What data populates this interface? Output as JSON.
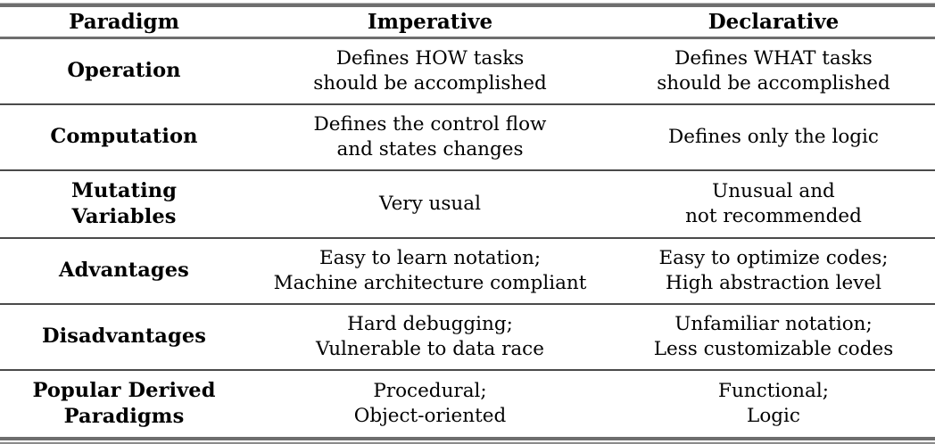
{
  "table": {
    "kind": "comparison-table",
    "caption_present": false,
    "columns": [
      "Paradigm",
      "Imperative",
      "Declarative"
    ],
    "rows": [
      {
        "label": "Operation",
        "label_lines": [
          "Operation"
        ],
        "imperative_lines": [
          "Defines HOW tasks",
          "should be accomplished"
        ],
        "declarative_lines": [
          "Defines WHAT tasks",
          "should be accomplished"
        ]
      },
      {
        "label": "Computation",
        "label_lines": [
          "Computation"
        ],
        "imperative_lines": [
          "Defines the control flow",
          "and states changes"
        ],
        "declarative_lines": [
          "Defines only the logic"
        ]
      },
      {
        "label": "Mutating Variables",
        "label_lines": [
          "Mutating",
          "Variables"
        ],
        "imperative_lines": [
          "Very usual"
        ],
        "declarative_lines": [
          "Unusual and",
          "not recommended"
        ]
      },
      {
        "label": "Advantages",
        "label_lines": [
          "Advantages"
        ],
        "imperative_lines": [
          "Easy to learn notation;",
          "Machine architecture compliant"
        ],
        "declarative_lines": [
          "Easy to optimize codes;",
          "High abstraction level"
        ]
      },
      {
        "label": "Disadvantages",
        "label_lines": [
          "Disadvantages"
        ],
        "imperative_lines": [
          "Hard debugging;",
          "Vulnerable to data race"
        ],
        "declarative_lines": [
          "Unfamiliar notation;",
          "Less customizable codes"
        ]
      },
      {
        "label": "Popular Derived Paradigms",
        "label_lines": [
          "Popular Derived",
          "Paradigms"
        ],
        "imperative_lines": [
          "Procedural;",
          "Object-oriented"
        ],
        "declarative_lines": [
          "Functional;",
          "Logic"
        ]
      }
    ]
  },
  "style": {
    "text_color": "#000000",
    "rule_color": "#6e6e6e",
    "row_rule_color": "#4a4a4a",
    "background": "#ffffff"
  }
}
